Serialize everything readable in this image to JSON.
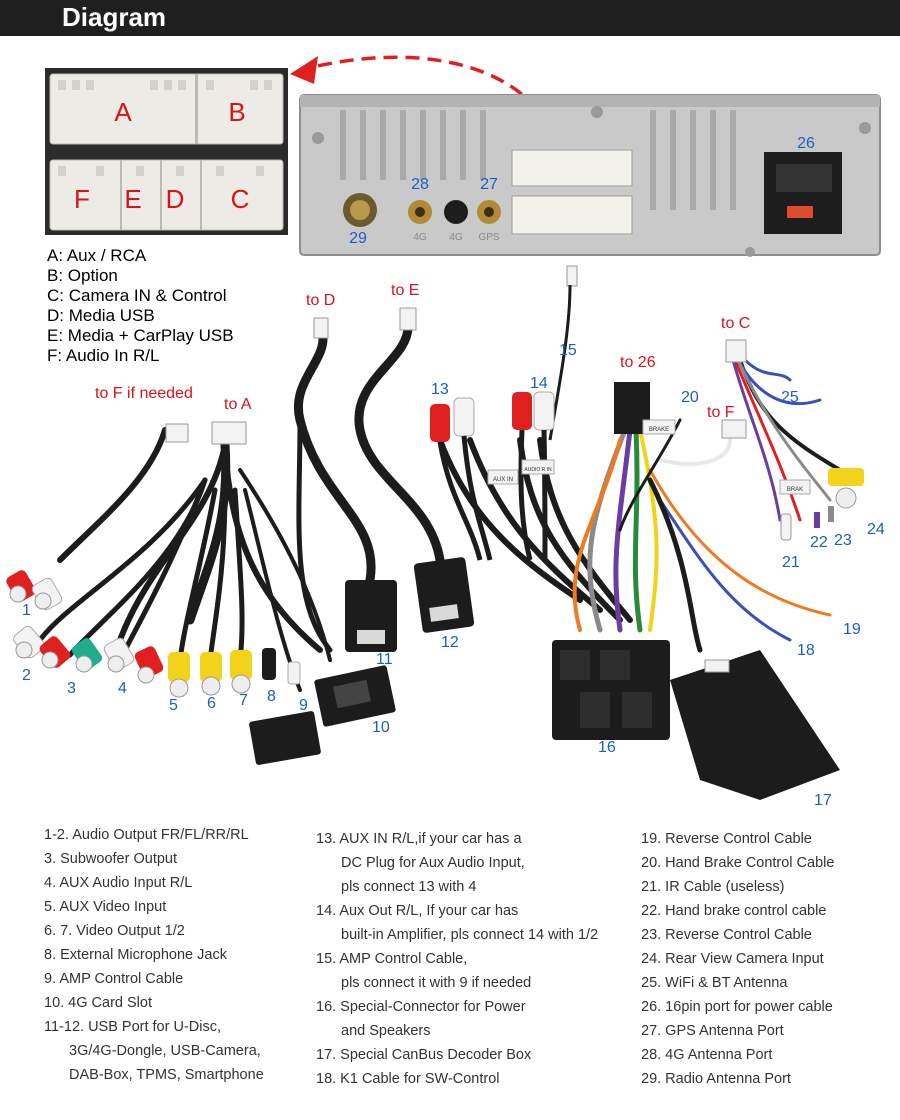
{
  "header": {
    "title": "Diagram"
  },
  "connector_letters": [
    "A",
    "B",
    "F",
    "E",
    "D",
    "C"
  ],
  "legend": [
    "A: Aux / RCA",
    "B: Option",
    "C: Camera IN & Control",
    "D: Media USB",
    "E: Media + CarPlay USB",
    "F: Audio In R/L"
  ],
  "port_labels": {
    "p26": "26",
    "p27": "27",
    "p28": "28",
    "p29": "29",
    "ant4g": "4G",
    "ant4g2": "4G",
    "gps": "GPS"
  },
  "callouts": {
    "to_d": "to D",
    "to_e": "to E",
    "to_c": "to C",
    "to_26": "to 26",
    "to_f": "to F",
    "to_f_if_needed": "to F if needed",
    "to_a": "to A"
  },
  "numbers": {
    "n1": "1",
    "n2": "2",
    "n3": "3",
    "n4": "4",
    "n5": "5",
    "n6": "6",
    "n7": "7",
    "n8": "8",
    "n9": "9",
    "n10": "10",
    "n11": "11",
    "n12": "12",
    "n13": "13",
    "n14": "14",
    "n15": "15",
    "n16": "16",
    "n17": "17",
    "n18": "18",
    "n19": "19",
    "n20": "20",
    "n21": "21",
    "n22": "22",
    "n23": "23",
    "n24": "24",
    "n25": "25"
  },
  "cable_tags": {
    "aux_in": "AUX IN",
    "audio_r_in": "AUDIO R IN",
    "brake": "BRAKE",
    "brake2": "BRAK"
  },
  "descriptions": {
    "col1": [
      "1-2. Audio Output FR/FL/RR/RL",
      "3. Subwoofer Output",
      "4. AUX Audio Input R/L",
      "5. AUX Video Input",
      "6. 7. Video Output 1/2",
      "8. External Microphone Jack",
      "9. AMP Control Cable",
      "10. 4G Card Slot",
      "11-12. USB Port for U-Disc,",
      "3G/4G-Dongle, USB-Camera,",
      "DAB-Box, TPMS, Smartphone"
    ],
    "col2": [
      "13. AUX IN R/L,if your car has a",
      "DC Plug for Aux Audio Input,",
      "pls connect 13 with 4",
      "14. Aux Out R/L, If your car has",
      "built-in Amplifier, pls connect 14 with 1/2",
      "15. AMP Control Cable,",
      "pls connect it with 9 if needed",
      "16. Special-Connector for Power",
      "and Speakers",
      "17. Special CanBus Decoder Box",
      "18. K1 Cable for SW-Control"
    ],
    "col3": [
      "19. Reverse Control Cable",
      "20. Hand Brake Control Cable",
      "21. IR Cable (useless)",
      "22. Hand brake control cable",
      "23. Reverse Control Cable",
      "24. Rear View Camera Input",
      "25. WiFi & BT Antenna",
      "26. 16pin port for power cable",
      "27. GPS Antenna Port",
      "28. 4G Antenna Port",
      "29. Radio Antenna Port"
    ]
  },
  "colors": {
    "red_label": "#d8141a",
    "blue_label": "#1a5fc8",
    "header_bg": "#1f1f1f"
  }
}
